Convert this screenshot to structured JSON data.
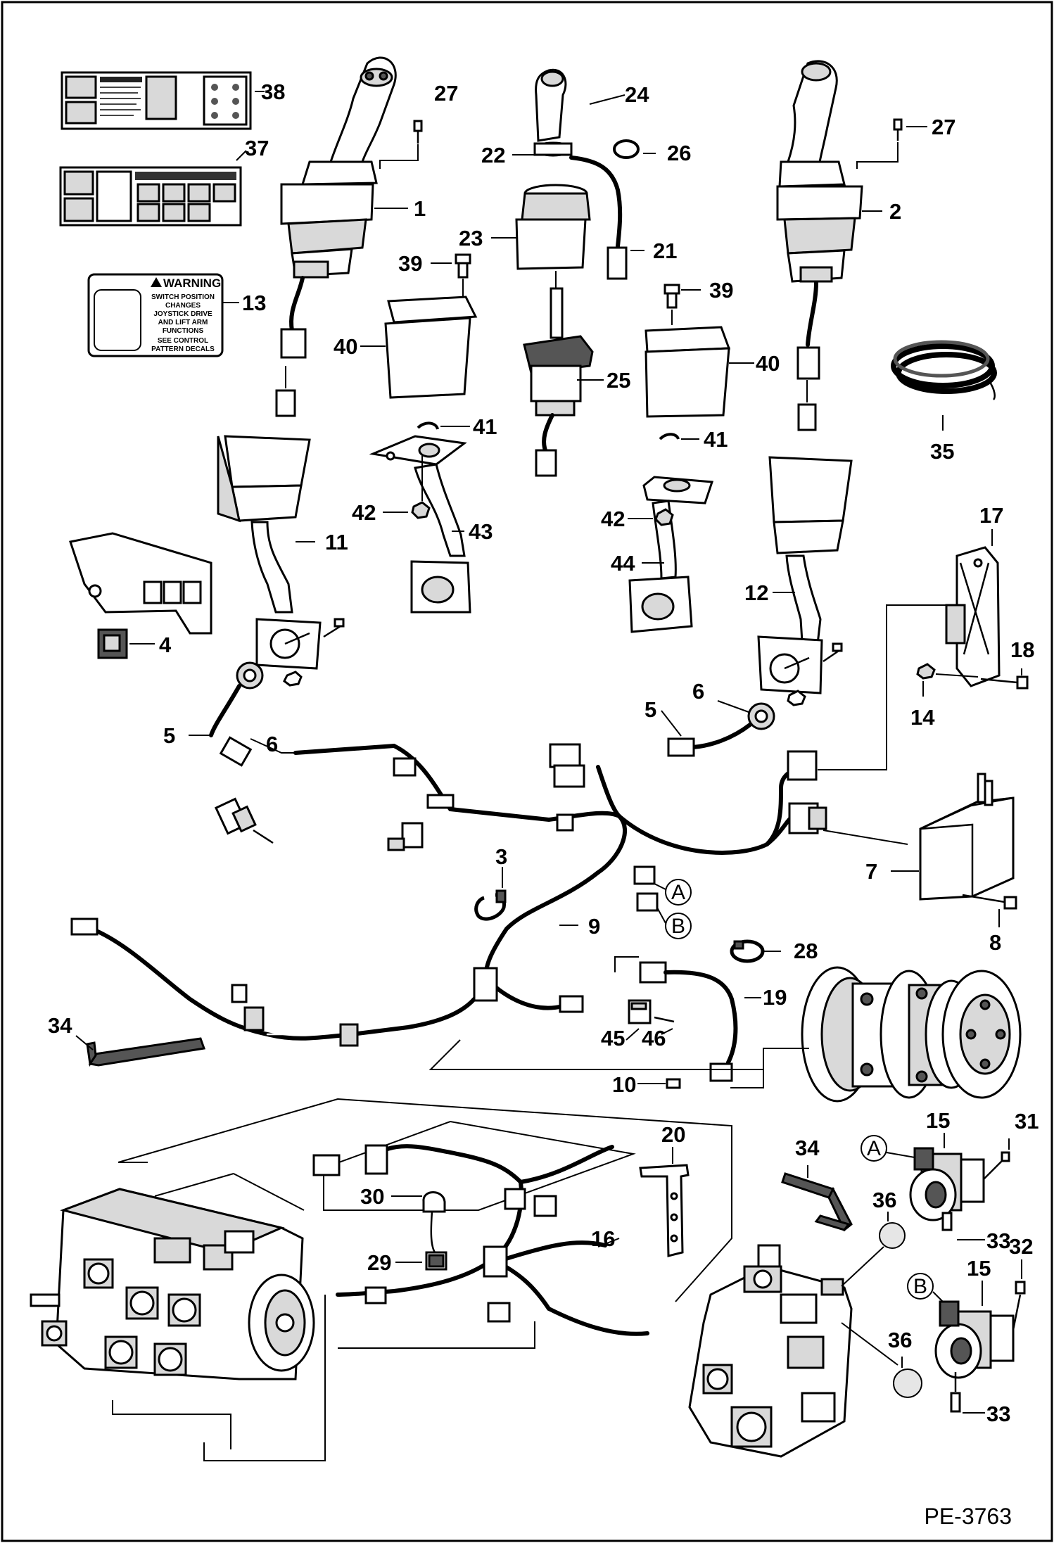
{
  "callouts": {
    "c1": "1",
    "c2": "2",
    "c3": "3",
    "c4": "4",
    "c5a": "5",
    "c5b": "5",
    "c6a": "6",
    "c6b": "6",
    "c7": "7",
    "c8": "8",
    "c9": "9",
    "c10": "10",
    "c11": "11",
    "c12": "12",
    "c13": "13",
    "c14": "14",
    "c15a": "15",
    "c15b": "15",
    "c16": "16",
    "c17": "17",
    "c18": "18",
    "c19": "19",
    "c20": "20",
    "c21": "21",
    "c22": "22",
    "c23": "23",
    "c24": "24",
    "c25": "25",
    "c26": "26",
    "c27a": "27",
    "c27b": "27",
    "c28": "28",
    "c29": "29",
    "c30": "30",
    "c31": "31",
    "c32": "32",
    "c33a": "33",
    "c33b": "33",
    "c34a": "34",
    "c34b": "34",
    "c35": "35",
    "c36a": "36",
    "c36b": "36",
    "c37": "37",
    "c38": "38",
    "c39a": "39",
    "c39b": "39",
    "c40a": "40",
    "c40b": "40",
    "c41a": "41",
    "c41b": "41",
    "c42a": "42",
    "c42b": "42",
    "c43": "43",
    "c44": "44",
    "c45": "45",
    "c46": "46"
  },
  "connector_refs": {
    "harness_a": "A",
    "harness_b": "B",
    "motor_a": "A",
    "motor_b": "B"
  },
  "warning_decal": {
    "heading": "WARNING",
    "line1": "SWITCH POSITION",
    "line2": "CHANGES",
    "line3": "JOYSTICK DRIVE",
    "line4": "AND LIFT ARM",
    "line5": "FUNCTIONS",
    "line6": "SEE CONTROL",
    "line7": "PATTERN DECALS"
  },
  "figure_code": "PE-3763",
  "colors": {
    "line": "#000000",
    "background": "#ffffff",
    "shade": "#d9d9d9"
  }
}
